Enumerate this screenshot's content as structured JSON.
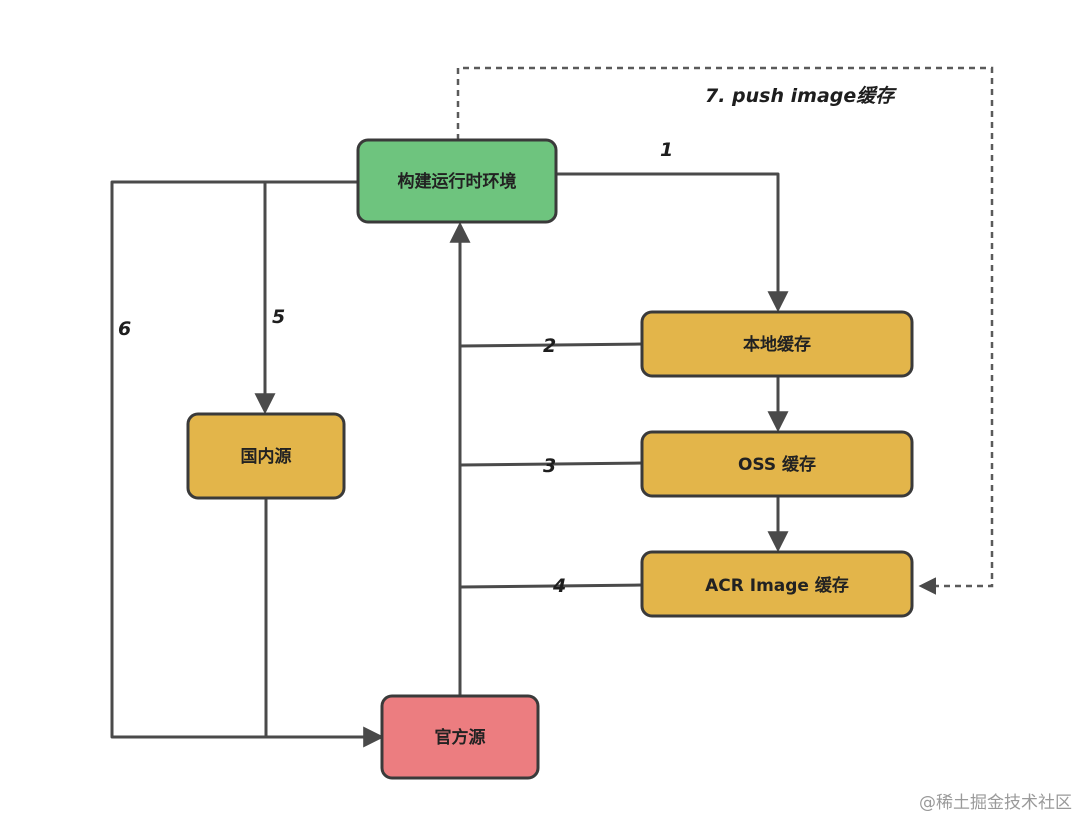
{
  "nodes": {
    "build_env": {
      "label": "构建运行时环境",
      "color": "#6ec47e"
    },
    "local_cache": {
      "label": "本地缓存",
      "color": "#e3b54a"
    },
    "oss_cache": {
      "label": "OSS 缓存",
      "color": "#e3b54a"
    },
    "acr_cache": {
      "label": "ACR Image 缓存",
      "color": "#e3b54a"
    },
    "domestic_source": {
      "label": "国内源",
      "color": "#e3b54a"
    },
    "official_source": {
      "label": "官方源",
      "color": "#ec7d80"
    }
  },
  "edges": {
    "e1": "1",
    "e2": "2",
    "e3": "3",
    "e4": "4",
    "e5": "5",
    "e6": "6",
    "e7": "7. push image缓存"
  },
  "watermark": "@稀土掘金技术社区"
}
